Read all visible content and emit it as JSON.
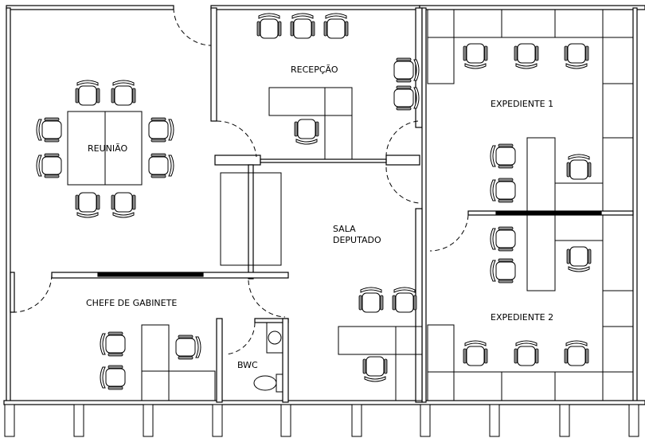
{
  "plan": {
    "rooms": {
      "reuniao": "REUNIÃO",
      "recepcao": "RECEPÇÃO",
      "expediente1": "EXPEDIENTE 1",
      "sala_line1": "SALA",
      "sala_line2": "DEPUTADO",
      "chefe": "CHEFE DE GABINETE",
      "expediente2": "EXPEDIENTE 2",
      "bwc": "BWC"
    },
    "colors": {
      "line": "#000000",
      "background": "#ffffff"
    }
  }
}
